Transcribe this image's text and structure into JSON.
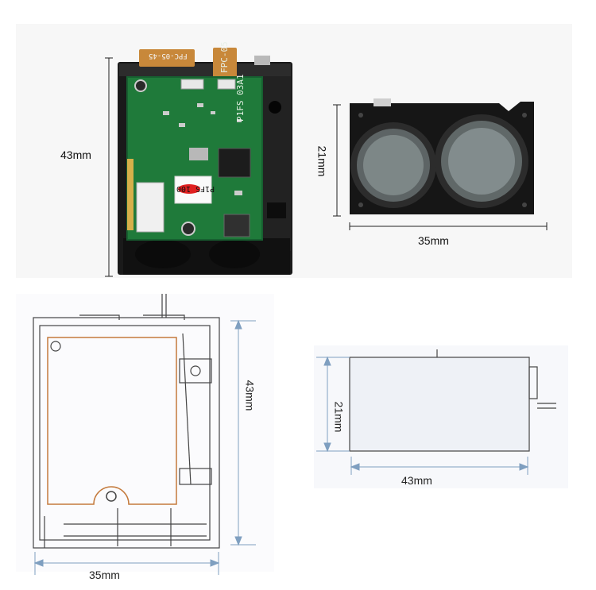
{
  "photo_top_view": {
    "height_dim": "43mm",
    "pcb_model_text": "P1FS 03A1",
    "sticker_text": "P1FS 100",
    "flex_label_1": "FPC-05-45",
    "flex_label_2": "FPC-05"
  },
  "photo_front_view": {
    "height_dim": "21mm",
    "width_dim": "35mm"
  },
  "drawing_top_view": {
    "height_dim": "43mm",
    "width_dim": "35mm"
  },
  "drawing_side_view": {
    "height_dim": "21mm",
    "width_dim": "43mm"
  },
  "colors": {
    "pcb_green": "#1f7a3a",
    "housing_black": "#1a1a1a",
    "flex_orange": "#c8883a",
    "outline_orange": "#c47a3c",
    "dim_line_blue": "#7f9fc0"
  }
}
